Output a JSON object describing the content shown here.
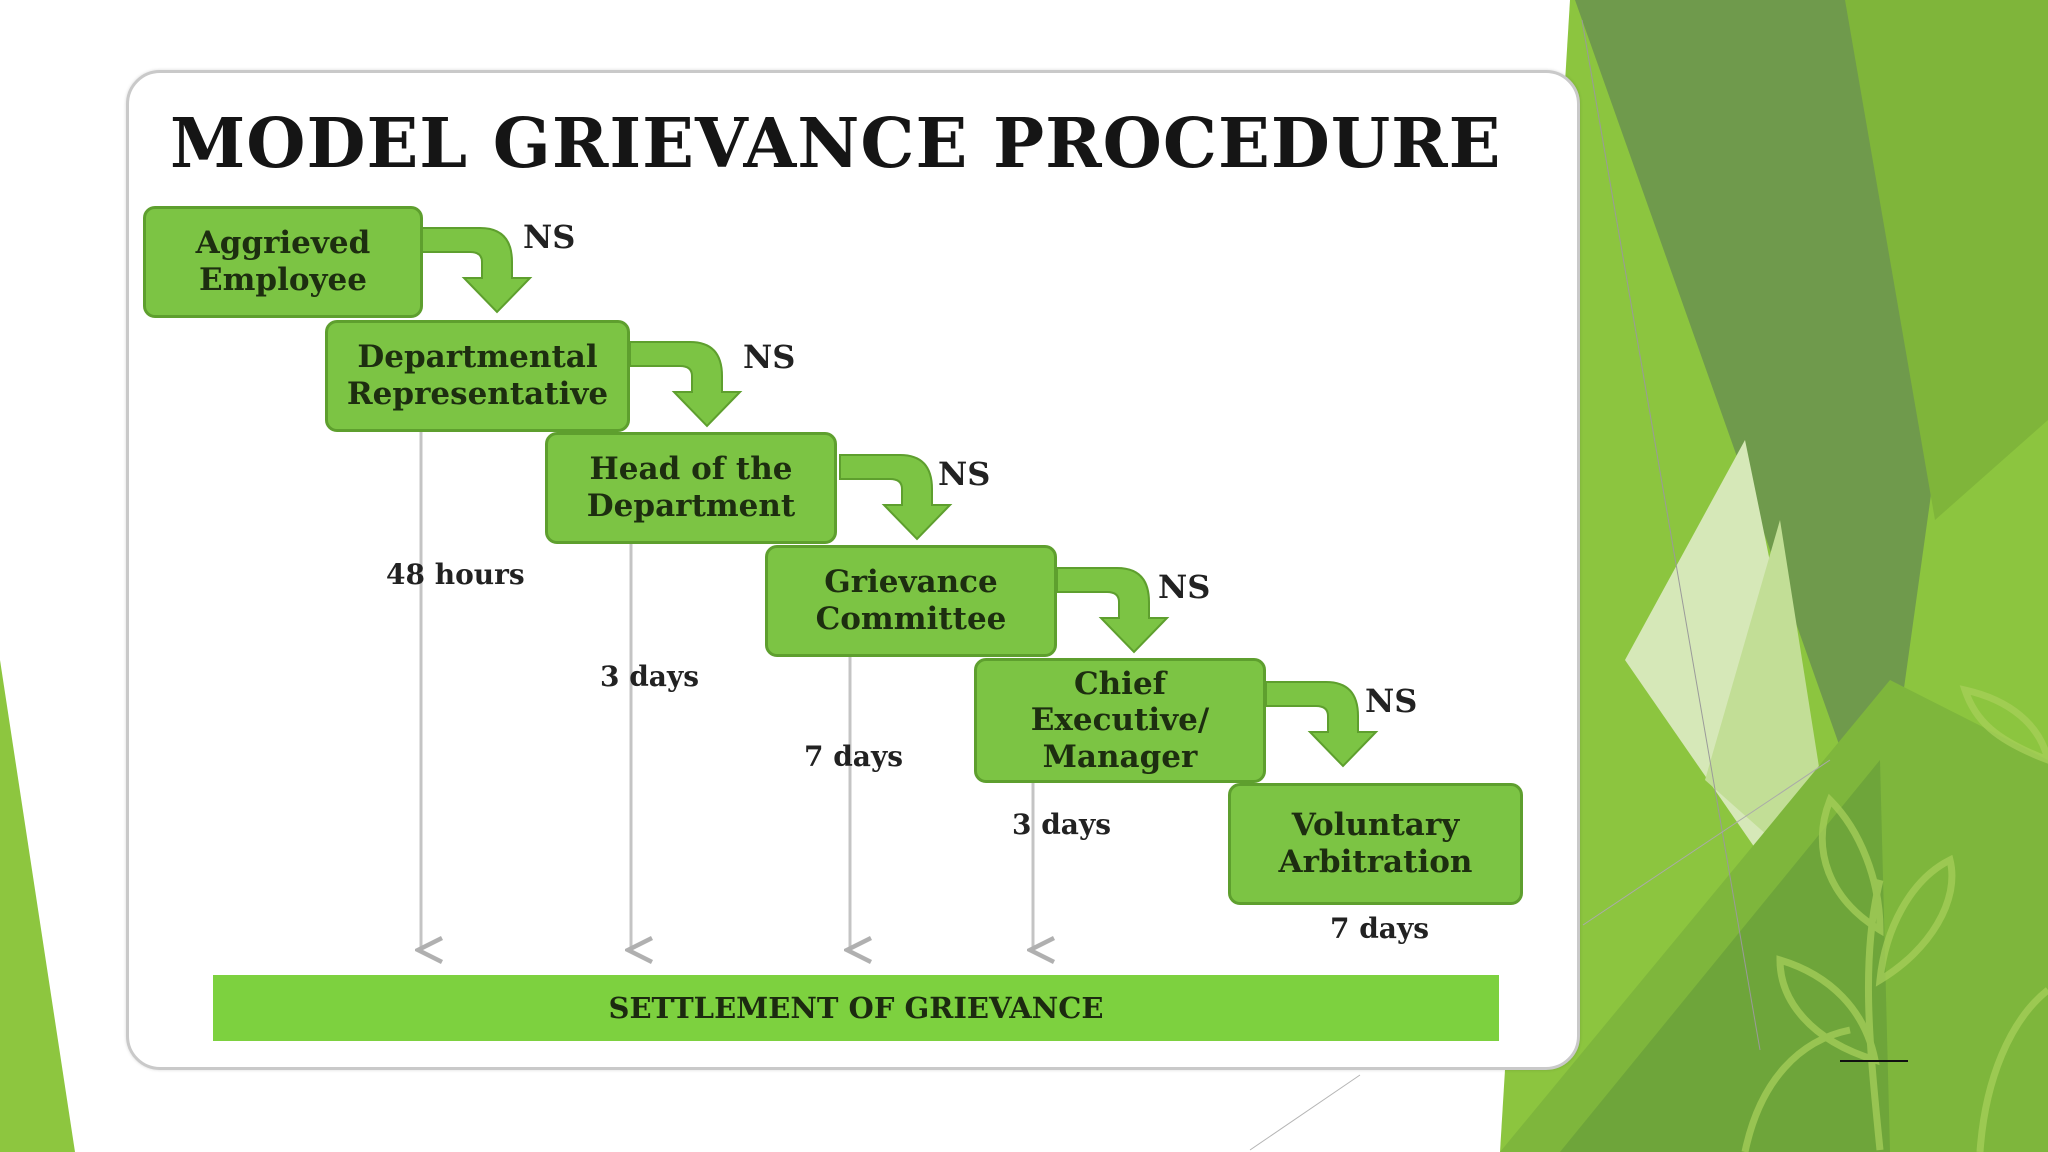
{
  "diagram": {
    "title": "MODEL GRIEVANCE PROCEDURE",
    "steps": [
      {
        "label": "Aggrieved\nEmployee"
      },
      {
        "label": "Departmental\nRepresentative"
      },
      {
        "label": "Head of the\nDepartment"
      },
      {
        "label": "Grievance\nCommittee"
      },
      {
        "label": "Chief\nExecutive/\nManager"
      },
      {
        "label": "Voluntary\nArbitration"
      }
    ],
    "ns_label": "NS",
    "durations": [
      "48 hours",
      "3 days",
      "7 days",
      "3 days",
      "7 days"
    ],
    "settlement": "SETTLEMENT OF GRIEVANCE"
  },
  "colors": {
    "step_fill": "#7cc444",
    "settlement_fill": "#7dd13f",
    "arrow": "#7cc444",
    "theme_dark_green": "#6f9a4c",
    "theme_light_green": "#8dc63f"
  }
}
